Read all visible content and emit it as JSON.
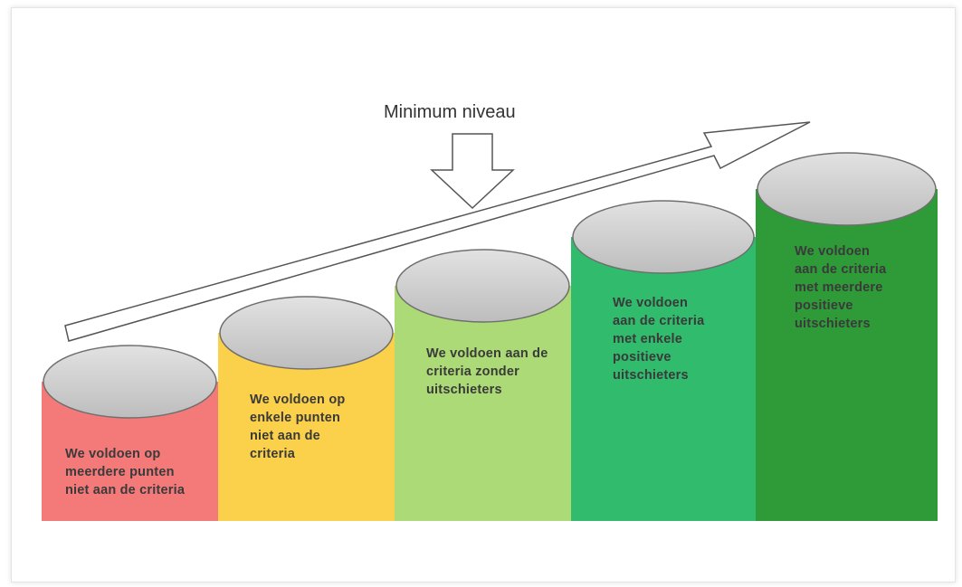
{
  "diagram": {
    "title": "Minimum niveau",
    "steps": [
      {
        "label": "We voldoen  op meerdere punten niet aan de criteria",
        "color": "#f47a7a"
      },
      {
        "label": "We voldoen op enkele punten niet aan de criteria",
        "color": "#fbd04a"
      },
      {
        "label": "We voldoen aan de criteria zonder uitschieters",
        "color": "#abda76"
      },
      {
        "label": "We voldoen aan de criteria met  enkele positieve uitschieters",
        "color": "#31bb6c"
      },
      {
        "label": "We voldoen aan de criteria met meerdere positieve uitschieters",
        "color": "#2e9a38"
      }
    ],
    "cap_color": "#d0d0d0"
  }
}
